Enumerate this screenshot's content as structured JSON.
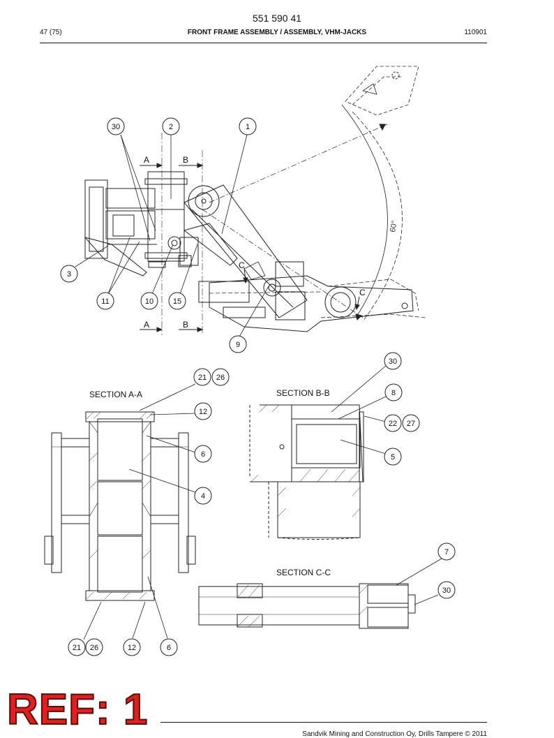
{
  "header": {
    "doc_number": "551 590 41",
    "page": "47 (75)",
    "title": "FRONT FRAME ASSEMBLY / ASSEMBLY, VHM-JACKS",
    "date_code": "110901"
  },
  "footer": {
    "ref_stamp": "REF: 1",
    "copyright": "Sandvik Mining and Construction Oy, Drills Tampere © 2011"
  },
  "drawing": {
    "angle_label": "60°",
    "section_markers": {
      "a": "A",
      "b": "B",
      "c": "C"
    },
    "sections": {
      "aa": "SECTION A-A",
      "bb": "SECTION B-B",
      "cc": "SECTION C-C"
    },
    "callouts": {
      "c30a": "30",
      "c2": "2",
      "c1": "1",
      "c3": "3",
      "c11": "11",
      "c10": "10",
      "c15": "15",
      "c9": "9",
      "c30b": "30",
      "c21a": "21",
      "c26a": "26",
      "c12a": "12",
      "c8": "8",
      "c22": "22",
      "c27": "27",
      "c6a": "6",
      "c5": "5",
      "c4": "4",
      "c7": "7",
      "c30c": "30",
      "c21b": "21",
      "c26b": "26",
      "c12b": "12",
      "c6b": "6"
    }
  }
}
